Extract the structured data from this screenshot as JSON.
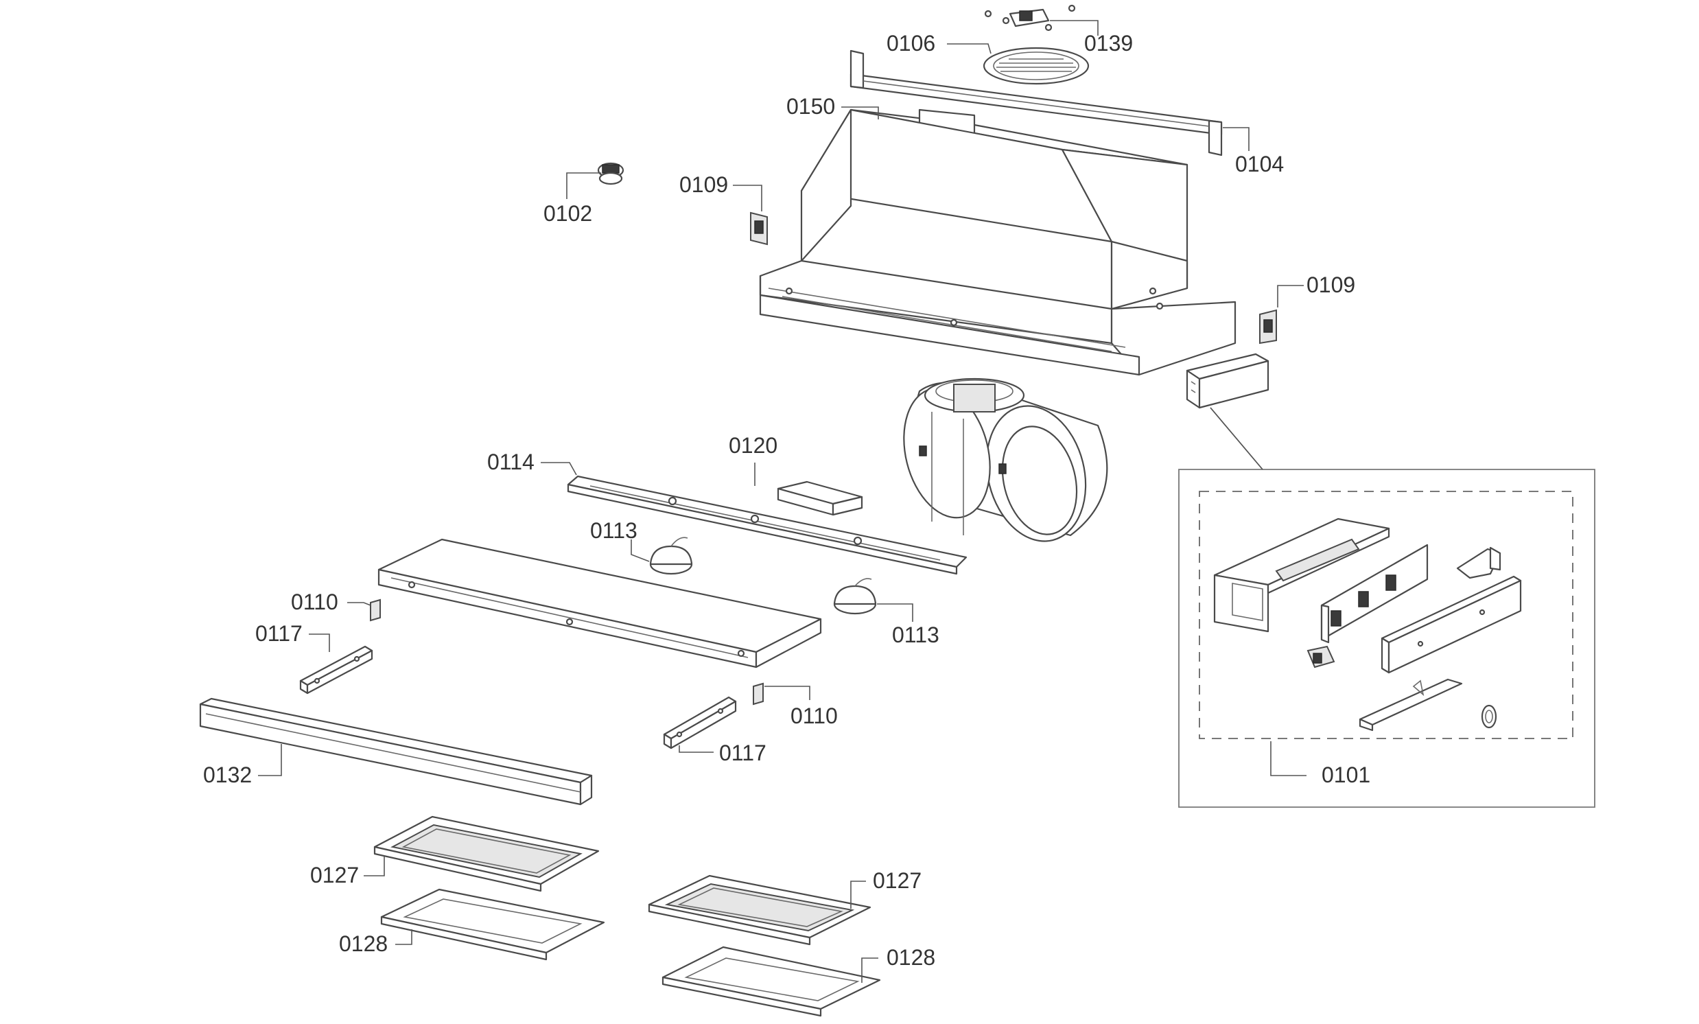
{
  "labels": {
    "p0106": "0106",
    "p0139": "0139",
    "p0150": "0150",
    "p0104": "0104",
    "p0102": "0102",
    "p0109a": "0109",
    "p0109b": "0109",
    "p0114": "0114",
    "p0120": "0120",
    "p0113a": "0113",
    "p0113b": "0113",
    "p0110a": "0110",
    "p0110b": "0110",
    "p0117a": "0117",
    "p0117b": "0117",
    "p0132": "0132",
    "p0101": "0101",
    "p0127a": "0127",
    "p0127b": "0127",
    "p0128a": "0128",
    "p0128b": "0128"
  }
}
